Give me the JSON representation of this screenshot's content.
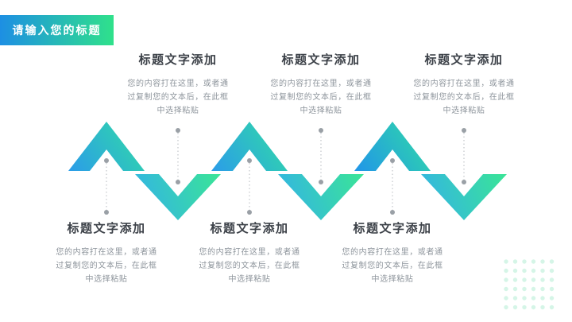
{
  "slide": {
    "title_banner": "请输入您的标题"
  },
  "blocks": {
    "top": [
      {
        "title": "标题文字添加",
        "body": "您的内容打在这里，或者通过复制您的文本后，在此框中选择粘贴"
      },
      {
        "title": "标题文字添加",
        "body": "您的内容打在这里，或者通过复制您的文本后，在此框中选择粘贴"
      },
      {
        "title": "标题文字添加",
        "body": "您的内容打在这里，或者通过复制您的文本后，在此框中选择粘贴"
      }
    ],
    "bottom": [
      {
        "title": "标题文字添加",
        "body": "您的内容打在这里，或者通过复制您的文本后，在此框中选择粘贴"
      },
      {
        "title": "标题文字添加",
        "body": "您的内容打在这里，或者通过复制您的文本后，在此框中选择粘贴"
      },
      {
        "title": "标题文字添加",
        "body": "您的内容打在这里，或者通过复制您的文本后，在此框中选择粘贴"
      }
    ]
  },
  "decorations": {
    "zigzag": "zigzag-chevron-ribbon",
    "connectors": "dotted-connector-lines",
    "corner": "dot-grid-decoration"
  },
  "colors": {
    "banner_gradient_start": "#1d8fe3",
    "banner_gradient_end": "#2fe18b",
    "peak_gradient_start": "#2b9de8",
    "peak_gradient_end": "#31dda4",
    "valley_gradient_start": "#33b3e6",
    "valley_gradient_end": "#3ae596",
    "connector_dot": "#9aa0a6",
    "connector_line": "#b6babf",
    "corner_dots": "#d5f5e7",
    "title_text": "#3c4148",
    "body_text": "#8e959c"
  }
}
